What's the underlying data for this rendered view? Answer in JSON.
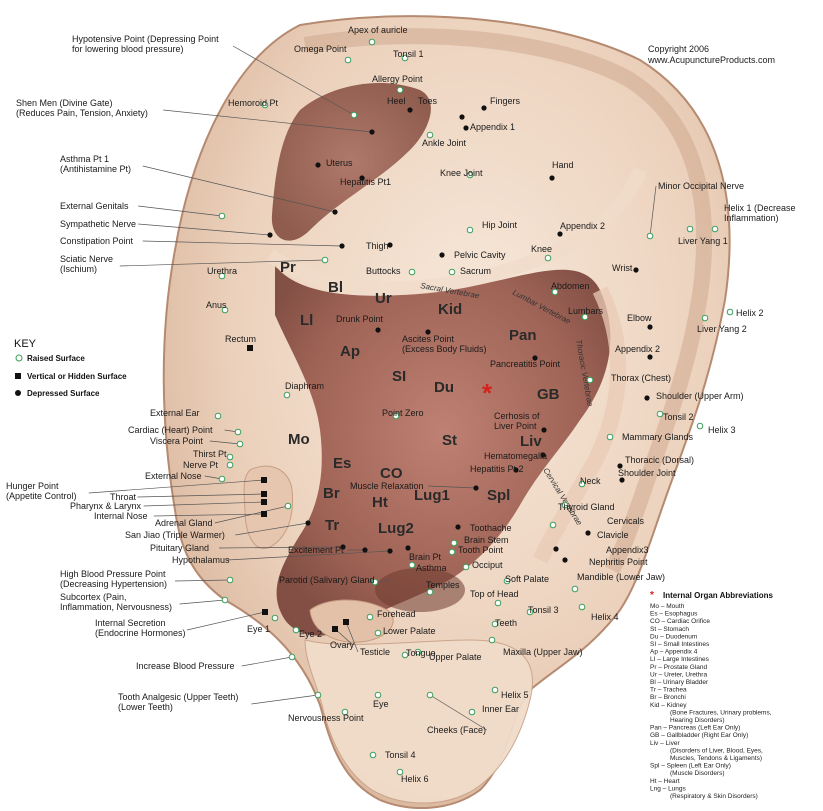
{
  "copyright": [
    "Copyright 2006",
    "www.AcupunctureProducts.com"
  ],
  "key": {
    "title": "KEY",
    "items": [
      "Raised Surface",
      "Vertical or Hidden Surface",
      "Depressed Surface"
    ]
  },
  "center_marker": "*",
  "organ_labels": [
    "Pr",
    "Bl",
    "Ur",
    "Kid",
    "Ll",
    "Ap",
    "Pan",
    "SI",
    "Du",
    "GB",
    "Mo",
    "St",
    "Liv",
    "Es",
    "CO",
    "Lug1",
    "Spl",
    "Br",
    "Ht",
    "Tr",
    "Lug2"
  ],
  "vertebra_labels": [
    "Sacral Vertebrae",
    "Lumbar Vertebrae",
    "Thoracic Vertebrae",
    "Cervical Vertebrae"
  ],
  "points": [
    {
      "kind": "R",
      "label": [
        "Apex of auricle"
      ]
    },
    {
      "kind": "R",
      "label": [
        "Hypotensive Point (Depressing Point",
        "for lowering blood pressure)"
      ]
    },
    {
      "kind": "R",
      "label": [
        "Omega Point"
      ]
    },
    {
      "kind": "R",
      "label": [
        "Tonsil 1"
      ]
    },
    {
      "kind": "R",
      "label": [
        "Allergy Point"
      ]
    },
    {
      "kind": "R",
      "label": [
        "Hemoroid Pt"
      ]
    },
    {
      "kind": "D",
      "label": [
        "Shen Men (Divine Gate)",
        "(Reduces Pain, Tension, Anxiety)"
      ]
    },
    {
      "kind": "D",
      "label": [
        "Heel"
      ]
    },
    {
      "kind": "D",
      "label": [
        "Toes"
      ]
    },
    {
      "kind": "D",
      "label": [
        "Fingers"
      ]
    },
    {
      "kind": "D",
      "label": [
        "Appendix 1"
      ]
    },
    {
      "kind": "R",
      "label": [
        "Ankle Joint"
      ]
    },
    {
      "kind": "D",
      "label": [
        "Asthma Pt 1",
        "(Antihistamine Pt)"
      ]
    },
    {
      "kind": "D",
      "label": [
        "Uterus"
      ]
    },
    {
      "kind": "D",
      "label": [
        "Hepatitis Pt1"
      ]
    },
    {
      "kind": "R",
      "label": [
        "Knee Joint"
      ]
    },
    {
      "kind": "D",
      "label": [
        "Hand"
      ]
    },
    {
      "kind": "R",
      "label": [
        "Minor Occipital Nerve"
      ]
    },
    {
      "kind": "R",
      "label": [
        "External Genitals"
      ]
    },
    {
      "kind": "D",
      "label": [
        "Sympathetic Nerve"
      ]
    },
    {
      "kind": "R",
      "label": [
        "Hip Joint"
      ]
    },
    {
      "kind": "D",
      "label": [
        "Appendix 2"
      ]
    },
    {
      "kind": "R",
      "label": [
        "Helix 1 (Decrease",
        "Inflammation)"
      ]
    },
    {
      "kind": "D",
      "label": [
        "Constipation Point"
      ]
    },
    {
      "kind": "D",
      "label": [
        "Thigh"
      ]
    },
    {
      "kind": "D",
      "label": [
        "Pelvic Cavity"
      ]
    },
    {
      "kind": "R",
      "label": [
        "Knee"
      ]
    },
    {
      "kind": "R",
      "label": [
        "Liver Yang 1"
      ]
    },
    {
      "kind": "R",
      "label": [
        "Sciatic Nerve",
        "(Ischium)"
      ]
    },
    {
      "kind": "R",
      "label": [
        "Buttocks"
      ]
    },
    {
      "kind": "R",
      "label": [
        "Sacrum"
      ]
    },
    {
      "kind": "D",
      "label": [
        "Wrist"
      ]
    },
    {
      "kind": "R",
      "label": [
        "Urethra"
      ]
    },
    {
      "kind": "R",
      "label": [
        "Abdomen"
      ]
    },
    {
      "kind": "R",
      "label": [
        "Anus"
      ]
    },
    {
      "kind": "R",
      "label": [
        "Lumbars"
      ]
    },
    {
      "kind": "D",
      "label": [
        "Elbow"
      ]
    },
    {
      "kind": "R",
      "label": [
        "Helix 2"
      ]
    },
    {
      "kind": "R",
      "label": [
        "Liver Yang 2"
      ]
    },
    {
      "kind": "D",
      "label": [
        "Drunk Point"
      ]
    },
    {
      "kind": "V",
      "label": [
        "Rectum"
      ]
    },
    {
      "kind": "D",
      "label": [
        "Ascites Point",
        "(Excess Body Fluids)"
      ]
    },
    {
      "kind": "D",
      "label": [
        "Appendix 2"
      ]
    },
    {
      "kind": "D",
      "label": [
        "Pancreatitis Point"
      ]
    },
    {
      "kind": "R",
      "label": [
        "Diaphram"
      ]
    },
    {
      "kind": "R",
      "label": [
        "Thorax (Chest)"
      ]
    },
    {
      "kind": "D",
      "label": [
        "Shoulder (Upper Arm)"
      ]
    },
    {
      "kind": "R",
      "label": [
        "External Ear"
      ]
    },
    {
      "kind": "R",
      "label": [
        "Point Zero"
      ]
    },
    {
      "kind": "D",
      "label": [
        "Cerhosis of",
        "Liver Point"
      ]
    },
    {
      "kind": "R",
      "label": [
        "Tonsil 2"
      ]
    },
    {
      "kind": "R",
      "label": [
        "Helix 3"
      ]
    },
    {
      "kind": "R",
      "label": [
        "Cardiac (Heart) Point"
      ]
    },
    {
      "kind": "R",
      "label": [
        "Viscera Point"
      ]
    },
    {
      "kind": "R",
      "label": [
        "Mammary Glands"
      ]
    },
    {
      "kind": "R",
      "label": [
        "Thirst Pt"
      ]
    },
    {
      "kind": "R",
      "label": [
        "Nerve Pt"
      ]
    },
    {
      "kind": "D",
      "label": [
        "Hematomegalia"
      ]
    },
    {
      "kind": "D",
      "label": [
        "Thoracic (Dorsal)"
      ]
    },
    {
      "kind": "R",
      "label": [
        "External Nose"
      ]
    },
    {
      "kind": "D",
      "label": [
        "Hepatitis Pt 2"
      ]
    },
    {
      "kind": "D",
      "label": [
        "Shoulder Joint"
      ]
    },
    {
      "kind": "V",
      "label": [
        "Hunger Point",
        "(Appetite Control)"
      ]
    },
    {
      "kind": "D",
      "label": [
        "Muscle Relaxation"
      ]
    },
    {
      "kind": "R",
      "label": [
        "Neck"
      ]
    },
    {
      "kind": "V",
      "label": [
        "Throat"
      ]
    },
    {
      "kind": "V",
      "label": [
        "Pharynx & Larynx"
      ]
    },
    {
      "kind": "V",
      "label": [
        "Internal Nose"
      ]
    },
    {
      "kind": "R",
      "label": [
        "Thyroid Gland"
      ]
    },
    {
      "kind": "R",
      "label": [
        "Adrenal Gland"
      ]
    },
    {
      "kind": "R",
      "label": [
        "Cervicals"
      ]
    },
    {
      "kind": "D",
      "label": [
        "San Jiao (Triple Warmer)"
      ]
    },
    {
      "kind": "D",
      "label": [
        "Toothache"
      ]
    },
    {
      "kind": "D",
      "label": [
        "Clavicle"
      ]
    },
    {
      "kind": "R",
      "label": [
        "Brain Stem"
      ]
    },
    {
      "kind": "D",
      "label": [
        "Pituitary Gland"
      ]
    },
    {
      "kind": "R",
      "label": [
        "Tooth Point"
      ]
    },
    {
      "kind": "D",
      "label": [
        "Appendix3"
      ]
    },
    {
      "kind": "D",
      "label": [
        "Hypothalamus"
      ]
    },
    {
      "kind": "D",
      "label": [
        "Excitement Pt"
      ]
    },
    {
      "kind": "D",
      "label": [
        "Brain Pt"
      ]
    },
    {
      "kind": "D",
      "label": [
        "Nephritis Point"
      ]
    },
    {
      "kind": "R",
      "label": [
        "High Blood Pressure Point",
        "(Decreasing Hypertension)"
      ]
    },
    {
      "kind": "R",
      "label": [
        "Asthma"
      ]
    },
    {
      "kind": "R",
      "label": [
        "Occiput"
      ]
    },
    {
      "kind": "R",
      "label": [
        "Parotid (Salivary) Gland"
      ]
    },
    {
      "kind": "R",
      "label": [
        "Soft Palate"
      ]
    },
    {
      "kind": "R",
      "label": [
        "Mandible (Lower Jaw)"
      ]
    },
    {
      "kind": "R",
      "label": [
        "Subcortex (Pain,",
        "Inflammation, Nervousness)"
      ]
    },
    {
      "kind": "R",
      "label": [
        "Temples"
      ]
    },
    {
      "kind": "R",
      "label": [
        "Top of Head"
      ]
    },
    {
      "kind": "V",
      "label": [
        "Internal Secretion",
        "(Endocrine Hormones)"
      ]
    },
    {
      "kind": "R",
      "label": [
        "Forehead"
      ]
    },
    {
      "kind": "R",
      "label": [
        "Tonsil 3"
      ]
    },
    {
      "kind": "R",
      "label": [
        "Helix 4"
      ]
    },
    {
      "kind": "R",
      "label": [
        "Eye 1"
      ]
    },
    {
      "kind": "R",
      "label": [
        "Eye 2"
      ]
    },
    {
      "kind": "V",
      "label": [
        "Ovary"
      ]
    },
    {
      "kind": "V",
      "label": [
        "Testicle"
      ]
    },
    {
      "kind": "R",
      "label": [
        "Lower Palate"
      ]
    },
    {
      "kind": "R",
      "label": [
        "Teeth"
      ]
    },
    {
      "kind": "R",
      "label": [
        "Tongue"
      ]
    },
    {
      "kind": "R",
      "label": [
        "Upper Palate"
      ]
    },
    {
      "kind": "R",
      "label": [
        "Maxilla (Upper Jaw)"
      ]
    },
    {
      "kind": "R",
      "label": [
        "Increase Blood Pressure"
      ]
    },
    {
      "kind": "R",
      "label": [
        "Tooth Analgesic (Upper Teeth)",
        "(Lower Teeth)"
      ]
    },
    {
      "kind": "R",
      "label": [
        "Helix 5"
      ]
    },
    {
      "kind": "R",
      "label": [
        "Eye"
      ]
    },
    {
      "kind": "R",
      "label": [
        "Inner Ear"
      ]
    },
    {
      "kind": "R",
      "label": [
        "Nervousness Point"
      ]
    },
    {
      "kind": "R",
      "label": [
        "Cheeks (Face)"
      ]
    },
    {
      "kind": "R",
      "label": [
        "Tonsil 4"
      ]
    },
    {
      "kind": "R",
      "label": [
        "Helix 6"
      ]
    }
  ],
  "abbreviations": {
    "title": "Internal Organ Abbreviations",
    "lines": [
      "Mo – Mouth",
      "Es – Esophagus",
      "CO – Cardiac Orifice",
      "St – Stomach",
      "Du – Duodenum",
      "SI – Small Intestines",
      "Ap – Appendix 4",
      "LI – Large Intestines",
      "Pr – Prostate Gland",
      "Ur – Ureter, Urethra",
      "Bl – Urinary Bladder",
      "Tr – Trachea",
      "Br – Bronchi",
      "Kid – Kidney",
      "(Bone Fractures, Urinary problems,",
      "Hearing Disorders)",
      "Pan – Pancreas (Left Ear Only)",
      "GB – Gallbladder (Right Ear Only)",
      "Liv – Liver",
      "(Disorders of Liver, Blood, Eyes,",
      "Muscles, Tendons & Ligaments)",
      "Spl – Spleen (Left Ear Only)",
      "(Muscle Disorders)",
      "Ht – Heart",
      "Lng – Lungs",
      "(Respiratory & Skin Disorders)"
    ]
  },
  "colors": {
    "skin_light": "#f3e0cf",
    "skin_mid": "#d8b49c",
    "concha_dark": "#8a5146",
    "concha_mid": "#a86a5c",
    "raised_dot_stroke": "#3aa05a",
    "marker": "#d4231c"
  }
}
